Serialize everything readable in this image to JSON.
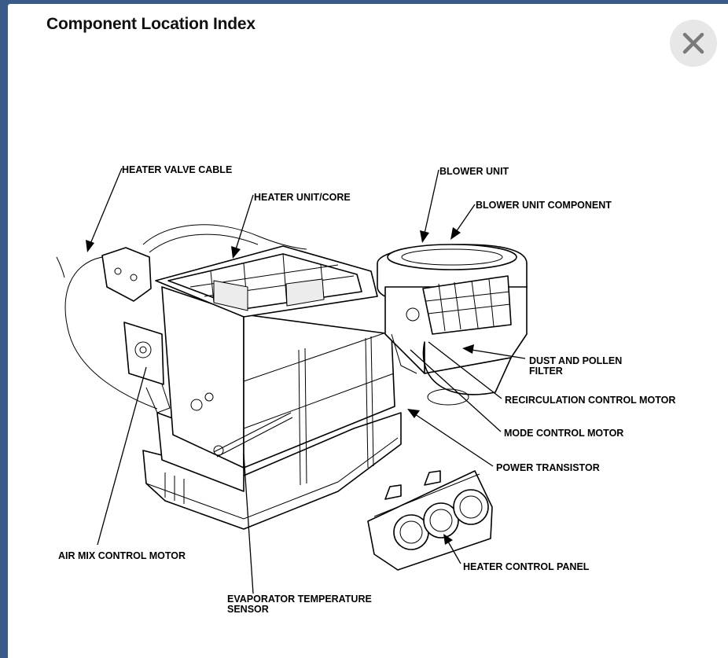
{
  "dialog": {
    "title": "Component Location Index",
    "close_icon": "close-icon"
  },
  "labels": {
    "heater_valve_cable": "HEATER VALVE CABLE",
    "heater_unit_core": "HEATER UNIT/CORE",
    "blower_unit": "BLOWER UNIT",
    "blower_unit_component": "BLOWER UNIT COMPONENT",
    "dust_pollen_filter_1": "DUST AND POLLEN",
    "dust_pollen_filter_2": "FILTER",
    "recirculation_control_motor": "RECIRCULATION CONTROL MOTOR",
    "mode_control_motor": "MODE CONTROL MOTOR",
    "power_transistor": "POWER TRANSISTOR",
    "heater_control_panel": "HEATER CONTROL PANEL",
    "air_mix_control_motor": "AIR MIX CONTROL MOTOR",
    "evaporator_temp_sensor_1": "EVAPORATOR TEMPERATURE",
    "evaporator_temp_sensor_2": "SENSOR"
  },
  "colors": {
    "backdrop": "#3a5a8a",
    "panel": "#ffffff",
    "close_bg": "#e7e7e7",
    "close_x": "#7a7a7a"
  }
}
